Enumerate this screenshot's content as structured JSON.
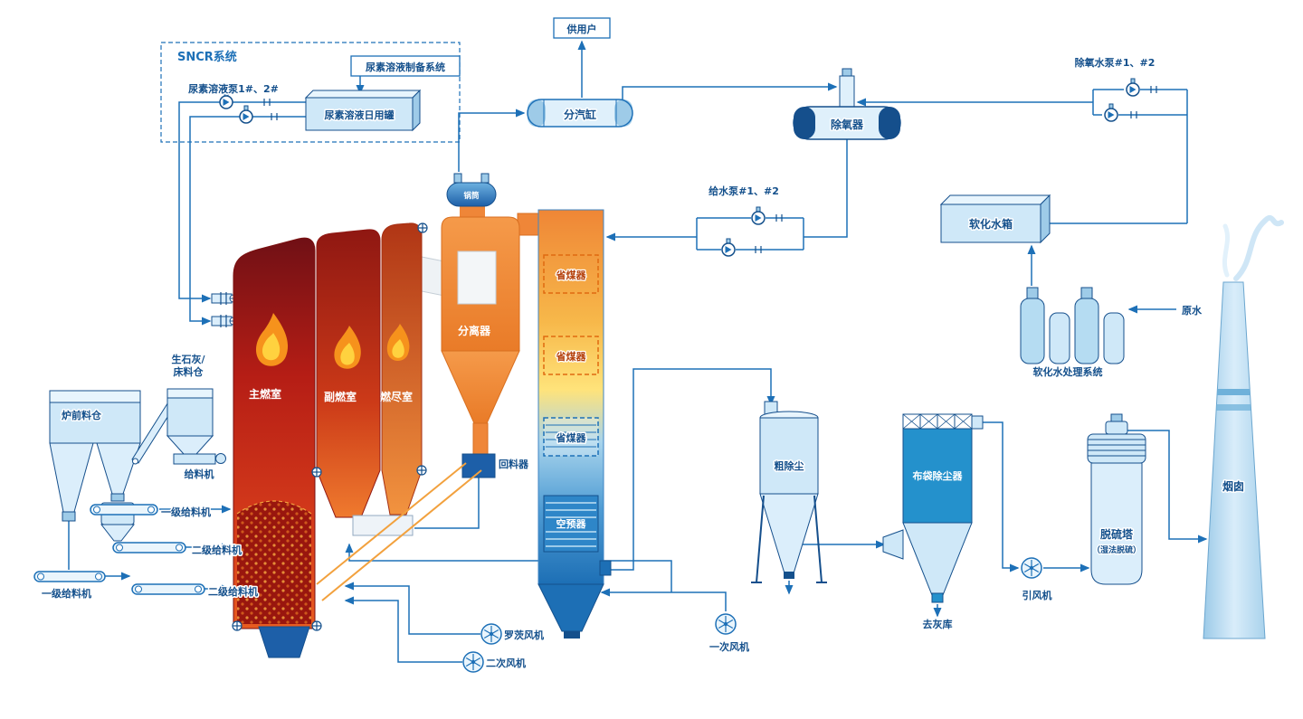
{
  "colors": {
    "pipe": "#1d70b7",
    "navy": "#14508c",
    "light_blue": "#cfe8f8",
    "bag_blue": "#2491cc",
    "orange": "#ef8638",
    "flame_red": "#c22017"
  },
  "sncr": {
    "title": "SNCR系统",
    "prep_system": "尿素溶液制备系统",
    "pumps": "尿素溶液泵1#、2#",
    "daily_tank": "尿素溶液日用罐"
  },
  "steam": {
    "to_users": "供用户",
    "steam_header": "分汽缸",
    "drum": "锅筒"
  },
  "feedwater": {
    "deaerator": "除氧器",
    "deaerator_pumps": "除氧水泵#1、#2",
    "feed_pumps": "给水泵#1、#2",
    "soft_tank": "软化水箱",
    "raw_water": "原水",
    "treatment": "软化水处理系统"
  },
  "boiler": {
    "main_chamber": "主燃室",
    "secondary_chamber": "副燃室",
    "burnout_chamber": "燃尽室",
    "separator": "分离器",
    "economizer1": "省煤器",
    "economizer2": "省煤器",
    "economizer3": "省煤器",
    "air_preheater": "空预器",
    "material_return": "回料器"
  },
  "fuel": {
    "lime_silo_line1": "生石灰/",
    "lime_silo_line2": "床料仓",
    "front_silo": "炉前料仓",
    "feeder": "给料机",
    "primary_feeder1": "一级给料机",
    "secondary_feeder1": "二级给料机",
    "primary_feeder2": "一级给料机",
    "secondary_feeder2": "二级给料机"
  },
  "air": {
    "roots_blower": "罗茨风机",
    "secondary_fan": "二次风机",
    "primary_fan": "一次风机"
  },
  "gas": {
    "coarse_collector": "粗除尘",
    "bag_filter": "布袋除尘器",
    "ash_storage": "去灰库",
    "id_fan": "引风机",
    "desulf_tower": "脱硫塔",
    "desulf_note": "（湿法脱硫）",
    "chimney": "烟囱"
  }
}
